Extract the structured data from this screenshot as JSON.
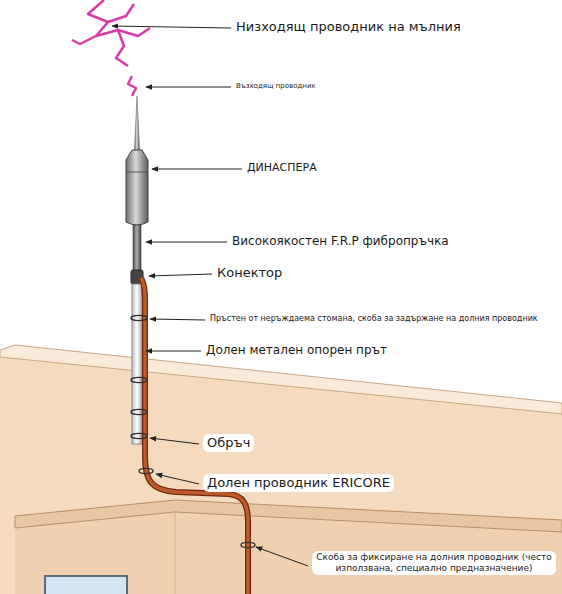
{
  "diagram": {
    "labels": [
      "Низходящ проводник на мълния",
      "Възходящ проводник",
      "ДИНАСПЕРА",
      "Високоякостен F.R.P фибропръчка",
      "Конектор",
      "Пръстен от неръждаема стомана, скоба за задържане на долния проводник",
      "Долен метален опорен прът",
      "Обръч",
      "Долен проводник ERICORE",
      "Скоба за фиксиране на долния проводник (често използвана, специално предназначение)"
    ]
  }
}
